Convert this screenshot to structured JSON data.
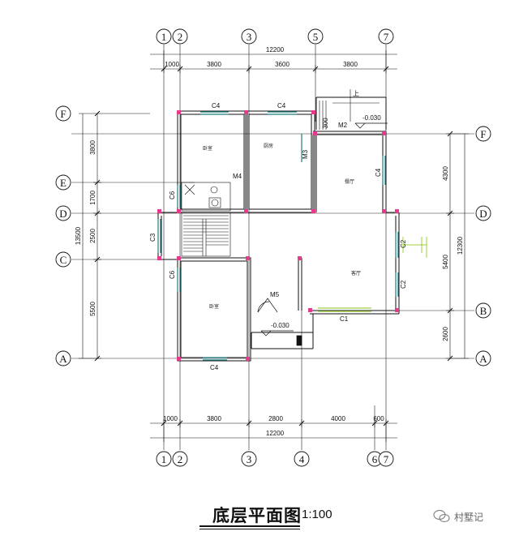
{
  "drawing": {
    "title": "底层平面图",
    "scale": "1:100",
    "watermark": "村墅记"
  },
  "axes": {
    "top": [
      "1",
      "2",
      "3",
      "5",
      "7"
    ],
    "bottom": [
      "1",
      "2",
      "3",
      "4",
      "6",
      "7"
    ],
    "left": [
      "F",
      "E",
      "D",
      "C",
      "A"
    ],
    "right": [
      "F",
      "D",
      "B",
      "A"
    ]
  },
  "dimensions": {
    "top_total": "12200",
    "top_segments": [
      "1000",
      "3800",
      "3600",
      "3800"
    ],
    "bottom_total": "12200",
    "bottom_segments": [
      "1000",
      "3800",
      "2800",
      "4000",
      "600"
    ],
    "left_total": "13500",
    "left_segments": [
      "3800",
      "1700",
      "2500",
      "5500"
    ],
    "right_total": "12300",
    "right_segments": [
      "4300",
      "5400",
      "2600"
    ],
    "stair_top": "300"
  },
  "labels": {
    "windows": [
      "C4",
      "C4",
      "C4",
      "C6",
      "C6",
      "C3",
      "C2",
      "C2",
      "C1",
      "C4"
    ],
    "doors": [
      "M2",
      "M3",
      "M4",
      "M5"
    ],
    "levels": [
      "-0.030",
      "-0.030"
    ],
    "arrow_up": "上"
  },
  "rooms": [
    "卧室",
    "厨房",
    "餐厅",
    "客厅",
    "卧室"
  ]
}
